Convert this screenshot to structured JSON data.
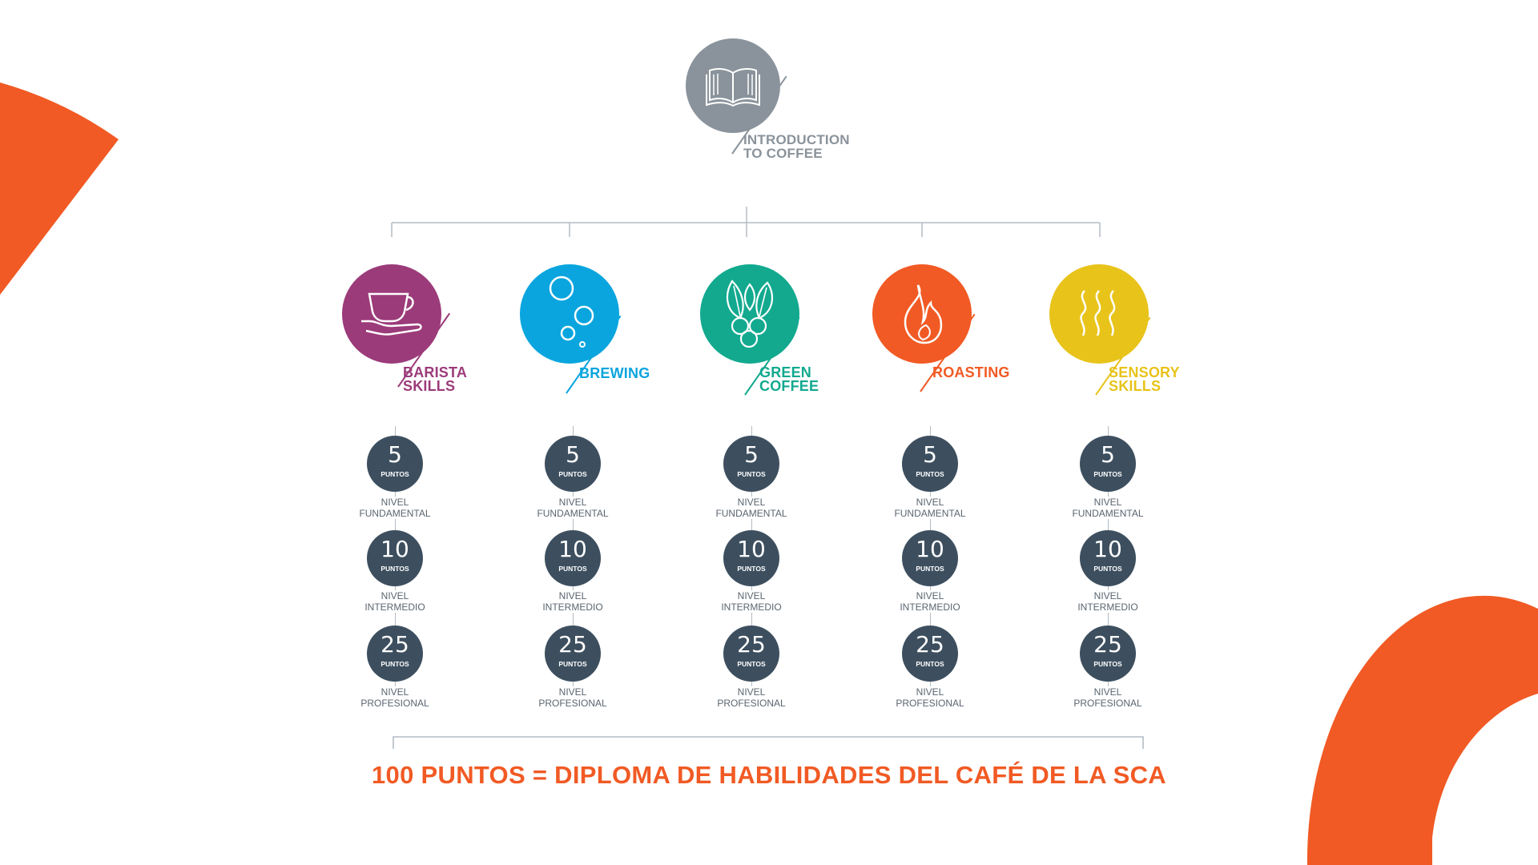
{
  "colors": {
    "accent_orange": "#f15a24",
    "intro_gray": "#8a939b",
    "badge_dark": "#3d4f5f",
    "tree_line": "#b4bcc3"
  },
  "intro": {
    "line1": "INTRODUCTION",
    "line2": "TO COFFEE",
    "icon": "open-book-icon"
  },
  "courses": [
    {
      "line1": "BARISTA",
      "line2": "SKILLS",
      "color": "#9b3b7a",
      "icon": "cup-in-hand-icon"
    },
    {
      "line1": "BREWING",
      "line2": "",
      "color": "#0aa5de",
      "icon": "bubbles-icon"
    },
    {
      "line1": "GREEN",
      "line2": "COFFEE",
      "color": "#12a98f",
      "icon": "coffee-cherry-leaves-icon"
    },
    {
      "line1": "ROASTING",
      "line2": "",
      "color": "#f15a24",
      "icon": "flame-icon"
    },
    {
      "line1": "SENSORY",
      "line2": "SKILLS",
      "color": "#e8c31a",
      "icon": "aroma-waves-icon"
    }
  ],
  "levels": [
    {
      "points": "5",
      "unit": "PUNTOS",
      "line1": "NIVEL",
      "line2": "FUNDAMENTAL"
    },
    {
      "points": "10",
      "unit": "PUNTOS",
      "line1": "NIVEL",
      "line2": "INTERMEDIO"
    },
    {
      "points": "25",
      "unit": "PUNTOS",
      "line1": "NIVEL",
      "line2": "PROFESIONAL"
    }
  ],
  "footer": "100 PUNTOS = DIPLOMA DE HABILIDADES DEL CAFÉ DE LA SCA"
}
